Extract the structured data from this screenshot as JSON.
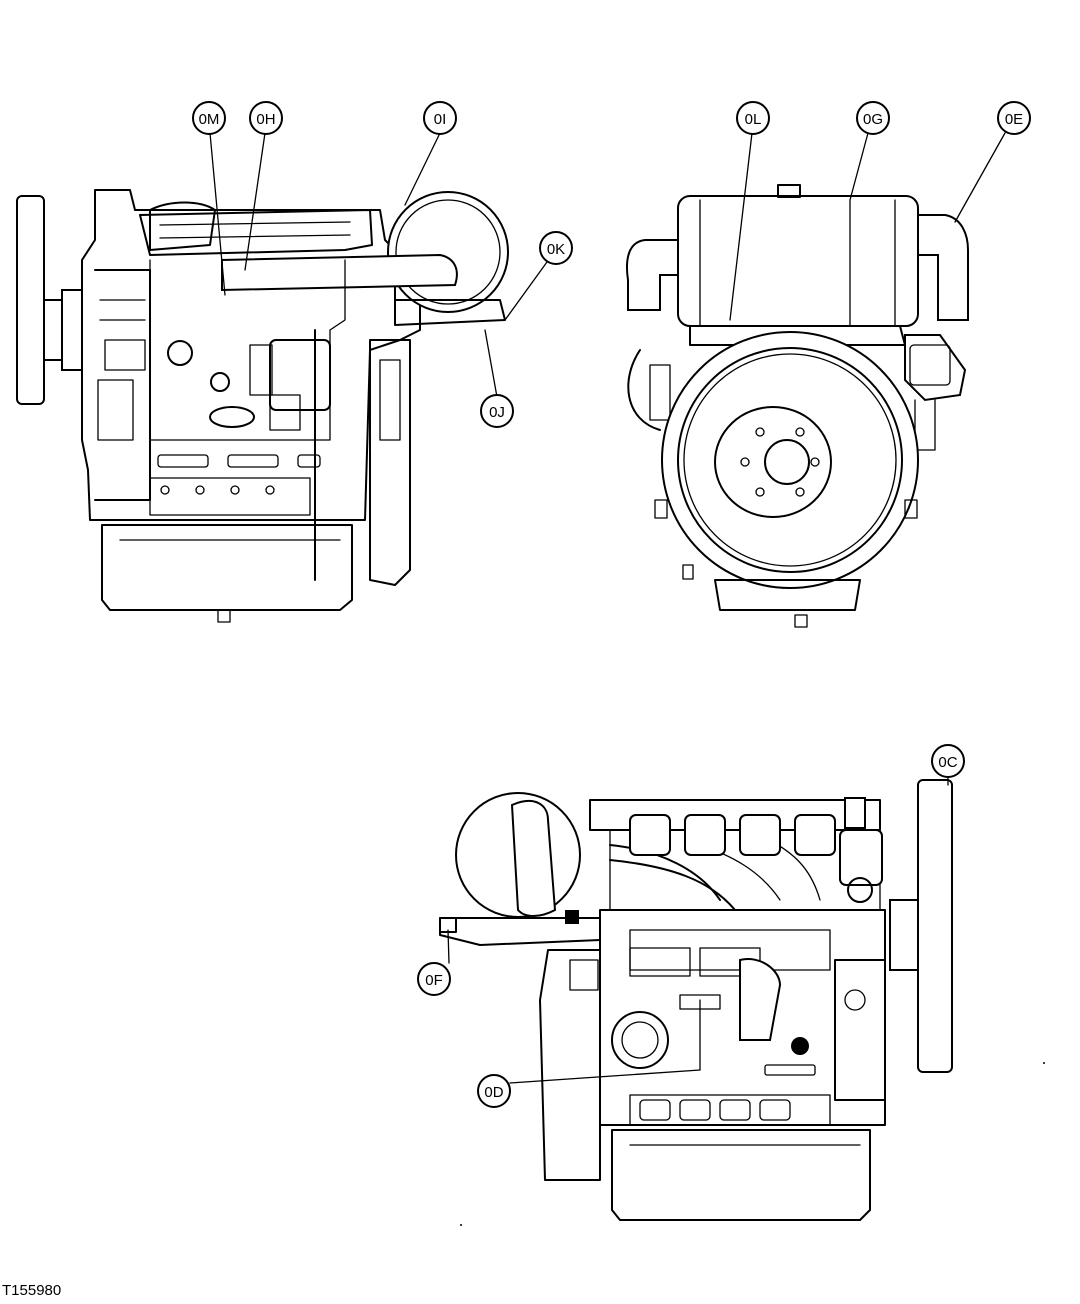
{
  "figure_id": "T155980",
  "callouts": {
    "c_0M": "0M",
    "c_0H": "0H",
    "c_0I": "0I",
    "c_0K": "0K",
    "c_0J": "0J",
    "c_0L": "0L",
    "c_0G": "0G",
    "c_0E": "0E",
    "c_0C": "0C",
    "c_0F": "0F",
    "c_0D": "0D"
  }
}
